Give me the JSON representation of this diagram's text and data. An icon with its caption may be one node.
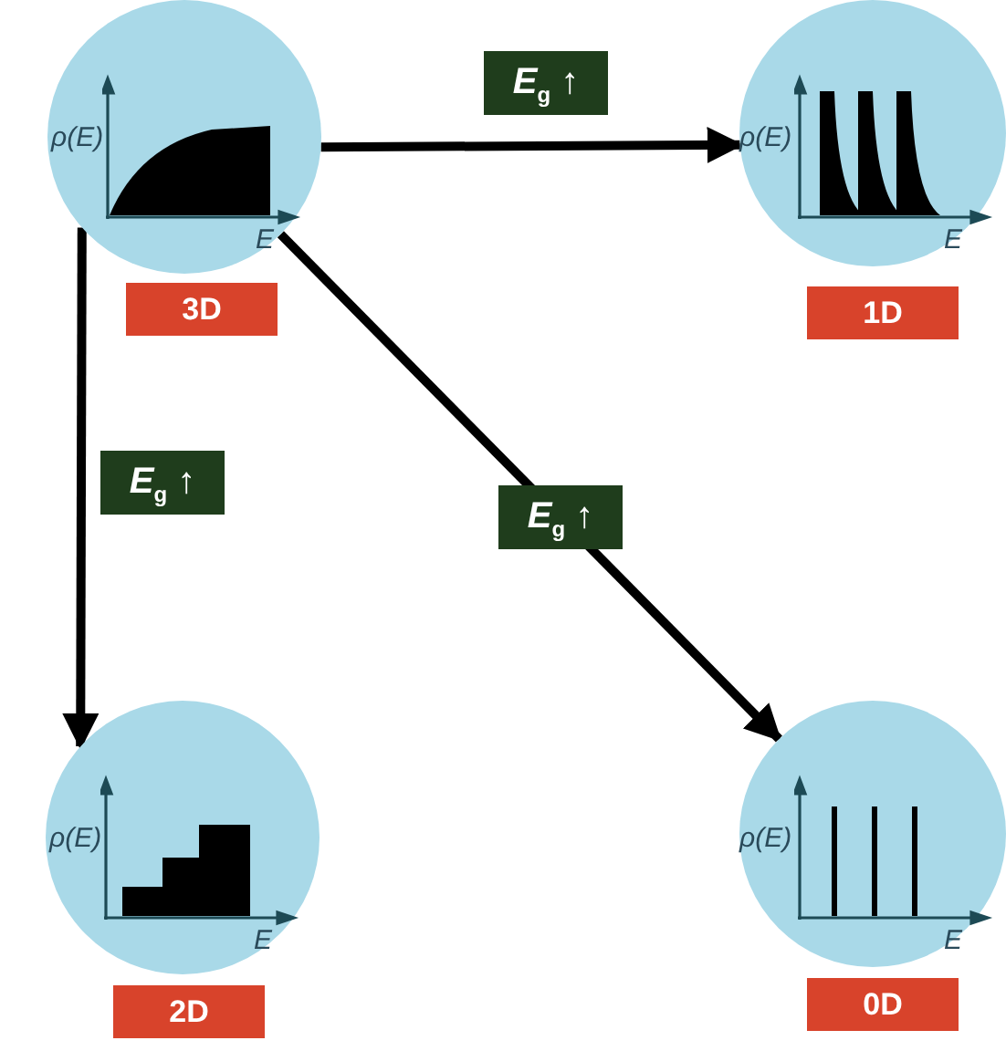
{
  "diagram": {
    "nodes": [
      {
        "text": [
          "ρ(E)",
          "E"
        ],
        "beside": [
          "3D"
        ]
      },
      {
        "text": [
          "ρ(E)",
          "E"
        ],
        "beside": [
          "1D"
        ]
      },
      {
        "text": [
          "ρ(E)",
          "E"
        ],
        "beside": [
          "2D"
        ]
      },
      {
        "text": [
          "ρ(E)",
          "E"
        ],
        "beside": [
          "0D"
        ]
      }
    ],
    "edges": [
      {
        "from": 0,
        "to": 1,
        "arrow": "to",
        "label": "*E*$_{g}$ ↑"
      },
      {
        "from": 0,
        "to": 2,
        "arrow": "to",
        "label": "*E*$_{g}$ ↑"
      },
      {
        "from": 0,
        "to": 3,
        "arrow": "to",
        "label": "*E*$_{g}$ ↑"
      }
    ]
  }
}
